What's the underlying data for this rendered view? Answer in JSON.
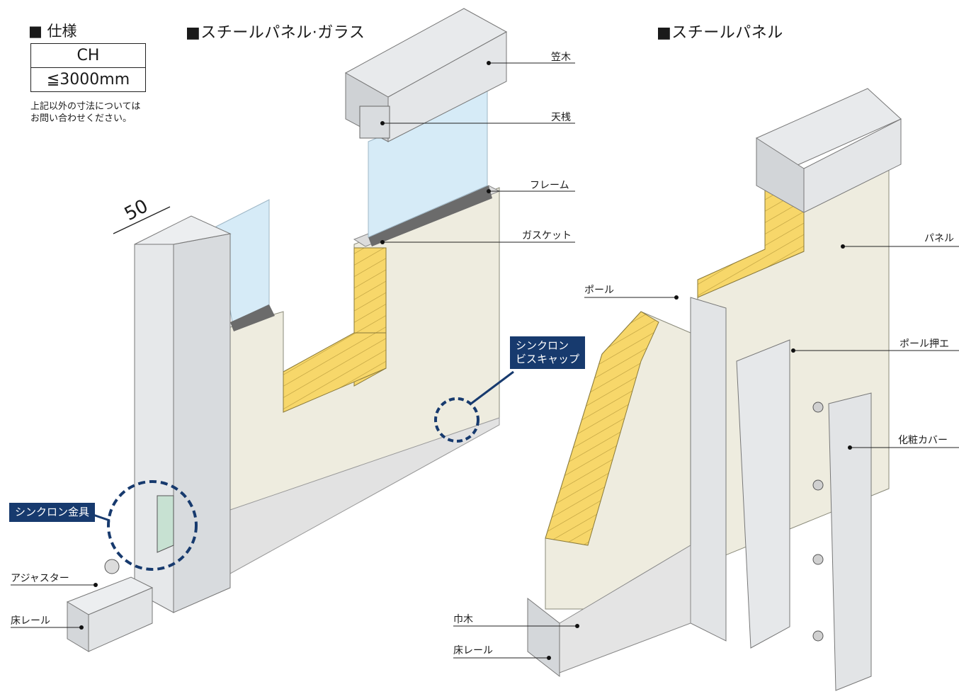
{
  "spec": {
    "heading": "■ 仕様",
    "header": "CH",
    "value": "≦3000mm",
    "note_line1": "上記以外の寸法については",
    "note_line2": "お問い合わせください。"
  },
  "left_section_title": "■スチールパネル·ガラス",
  "right_section_title": "■スチールパネル",
  "dimension": "50",
  "left_labels": {
    "kasagi": "笠木",
    "tensan": "天桟",
    "frame": "フレーム",
    "gasket": "ガスケット",
    "adjuster": "アジャスター",
    "floor_rail": "床レール"
  },
  "right_labels": {
    "panel": "パネル",
    "pole": "ポール",
    "pole_osae": "ポール押エ",
    "cover": "化粧カバー",
    "habaki": "巾木",
    "floor_rail": "床レール"
  },
  "callouts": {
    "bracket": "シンクロン金具",
    "cap_line1": "シンクロン",
    "cap_line2": "ビスキャップ"
  },
  "colors": {
    "aluminum": "#e6e8ea",
    "glass": "#d6ebf7",
    "panel": "#eeecdf",
    "insulation": "#f7d76a",
    "gasket": "#6b6b6b",
    "callout": "#173a6e"
  }
}
